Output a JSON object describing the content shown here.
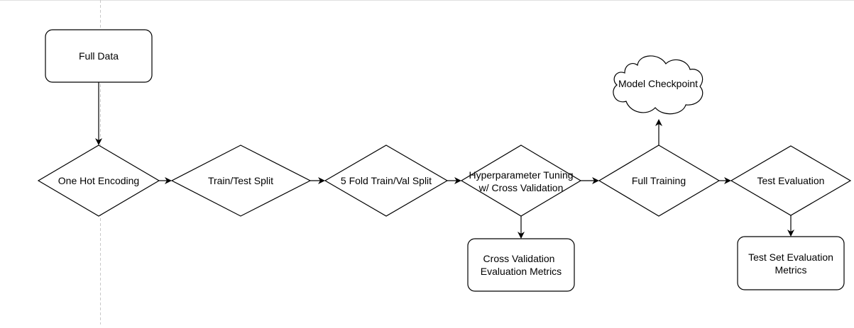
{
  "diagram": {
    "nodes": {
      "full_data": "Full Data",
      "one_hot": "One Hot Encoding",
      "train_test": "Train/Test Split",
      "kfold": "5 Fold Train/Val Split",
      "hyper_line1": "Hyperparameter Tuning",
      "hyper_line2": "w/ Cross Validation",
      "full_training": "Full Training",
      "test_eval": "Test Evaluation",
      "cv_metrics_line1": "Cross Validation",
      "cv_metrics_line2": "Evaluation Metrics",
      "test_metrics_line1": "Test Set Evaluation",
      "test_metrics_line2": "Metrics",
      "checkpoint": "Model Checkpoint"
    },
    "colors": {
      "stroke": "#000000",
      "fill": "#ffffff",
      "guide": "#c8c8c8",
      "page_border": "#e0e0e0"
    }
  }
}
